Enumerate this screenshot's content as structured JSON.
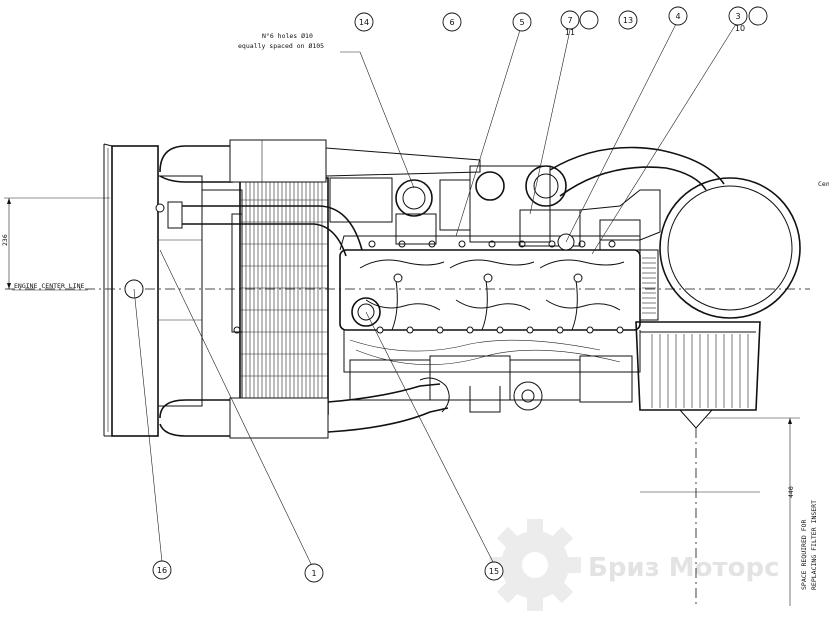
{
  "drawing": {
    "balloons": [
      {
        "id": "b14",
        "label": "14"
      },
      {
        "id": "b6",
        "label": "6"
      },
      {
        "id": "b5",
        "label": "5"
      },
      {
        "id": "b7",
        "label": "7"
      },
      {
        "id": "b11",
        "label": "11"
      },
      {
        "id": "b13",
        "label": "13"
      },
      {
        "id": "b4",
        "label": "4"
      },
      {
        "id": "b3",
        "label": "3"
      },
      {
        "id": "b10",
        "label": "10"
      },
      {
        "id": "b16",
        "label": "16"
      },
      {
        "id": "b1",
        "label": "1"
      },
      {
        "id": "b15",
        "label": "15"
      }
    ],
    "note_holes_line1": "N°6 holes Ø10",
    "note_holes_line2": "equally spaced on Ø105",
    "engine_center_line": "ENGINE CENTER LINE",
    "dim_236": "236",
    "dim_440": "440",
    "space_filter_line1": "SPACE REQUIRED FOR",
    "space_filter_line2": "REPLACING FILTER INSERT",
    "cut_label": "Cen"
  },
  "watermark": {
    "text": "Бриз Моторс",
    "icon": "gear-icon",
    "color": "#e3e3e3"
  }
}
